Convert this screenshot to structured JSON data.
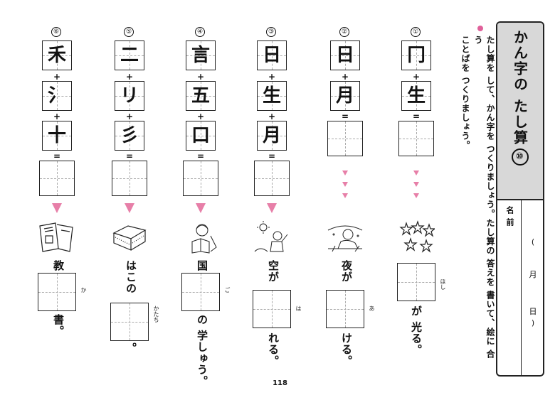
{
  "title": {
    "main": "かん字の たし算",
    "number": "⑩",
    "name_label": "名前",
    "month": "月",
    "day": "日",
    "open_paren": "(",
    "close_paren": ")"
  },
  "instructions": [
    "たし算を して、かん字を つくりましょう。たし算の 答えを 書いて、絵に 合う",
    "ことばを つくりましょう。"
  ],
  "page_number": "118",
  "columns": [
    {
      "number": "①",
      "parts": [
        "冂",
        "生"
      ],
      "ops": [
        "+",
        "="
      ],
      "word_before": "",
      "word_after": "が 光る。",
      "hint": "ほし",
      "picture": "stars-icon"
    },
    {
      "number": "②",
      "parts": [
        "日",
        "月"
      ],
      "ops": [
        "+",
        "="
      ],
      "word_before": "夜が",
      "word_after": "ける。",
      "hint": "あ",
      "picture": "sunrise-boy-icon"
    },
    {
      "number": "③",
      "parts": [
        "日",
        "生",
        "月"
      ],
      "ops": [
        "+",
        "+",
        "="
      ],
      "word_before": "空が",
      "word_after": "れる。",
      "hint": "は",
      "picture": "sunny-kid-icon"
    },
    {
      "number": "④",
      "parts": [
        "言",
        "五",
        "口"
      ],
      "ops": [
        "+",
        "+",
        "="
      ],
      "word_before": "国",
      "word_after": "の 学しゅう。",
      "hint": "ご",
      "picture": "reading-girl-icon"
    },
    {
      "number": "⑤",
      "parts": [
        "二",
        "リ",
        "彡"
      ],
      "ops": [
        "+",
        "+",
        "="
      ],
      "word_before": "はこの",
      "word_after": "。",
      "hint": "かたち",
      "picture": "box-icon"
    },
    {
      "number": "⑥",
      "parts": [
        "禾",
        "氵",
        "十"
      ],
      "ops": [
        "+",
        "+",
        "="
      ],
      "word_before": "教",
      "word_after": "書。",
      "hint": "か",
      "picture": "textbooks-icon"
    }
  ]
}
